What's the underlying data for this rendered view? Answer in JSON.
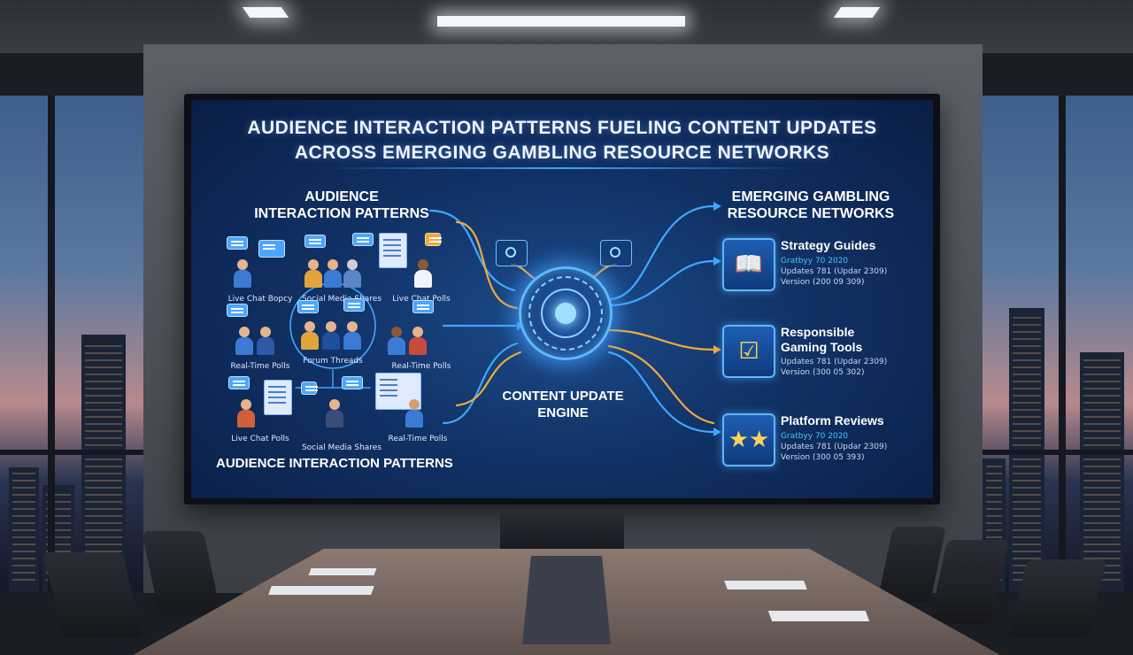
{
  "screen": {
    "title_line1": "AUDIENCE INTERACTION PATTERNS FUELING CONTENT UPDATES",
    "title_line2": "ACROSS EMERGING GAMBLING RESOURCE NETWORKS",
    "left_heading_line1": "AUDIENCE",
    "left_heading_line2": "INTERACTION PATTERNS",
    "bottom_heading": "AUDIENCE INTERACTION PATTERNS",
    "engine_label_line1": "CONTENT UPDATE",
    "engine_label_line2": "ENGINE",
    "right_heading_line1": "EMERGING GAMBLING",
    "right_heading_line2": "RESOURCE NETWORKS",
    "patterns": [
      {
        "label": "Live Chat Bopcy"
      },
      {
        "label": "Social Media Shares"
      },
      {
        "label": "Live Chat Polls"
      },
      {
        "label": "Real-Time Polls"
      },
      {
        "label": "Forum Threads"
      },
      {
        "label": "Real-Time Polls"
      },
      {
        "label": "Live Chat Polls"
      },
      {
        "label": "Social Media Shares"
      },
      {
        "label": "Real-Time Polls"
      }
    ],
    "resources": [
      {
        "name": "Strategy Guides",
        "line1": "Gratbyy 70 2020",
        "line2": "Updates 781 (Updar 2309)",
        "line3": "Version (200 09 309)",
        "icon": "book-icon"
      },
      {
        "name_line1": "Responsible",
        "name_line2": "Gaming Tools",
        "line1": "Updates 781 (Updar 2309)",
        "line2": "Version (300 05 302)",
        "icon": "shield-check-icon"
      },
      {
        "name": "Platform Reviews",
        "line1": "Gratbyy 70 2020",
        "line2": "Updates 781 (Updar 2309)",
        "line3": "Version (300 05 393)",
        "icon": "star-rating-icon"
      }
    ]
  },
  "colors": {
    "screen_bg": "#113266",
    "wire_blue": "#3ea8ff",
    "wire_orange": "#f2a93b",
    "accent_cyan": "#49c3ff"
  }
}
